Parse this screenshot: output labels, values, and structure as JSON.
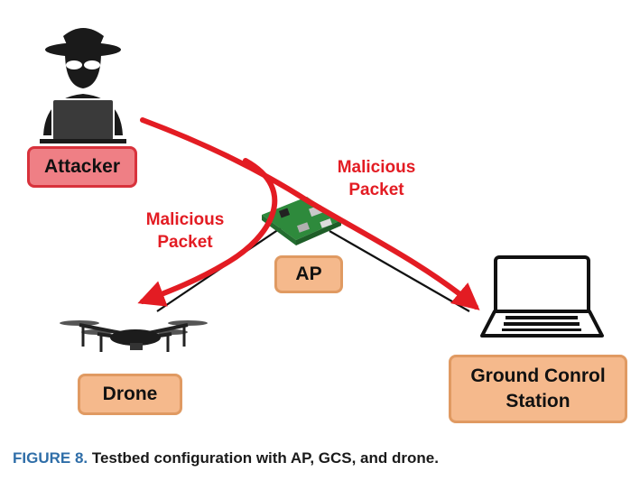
{
  "nodes": {
    "attacker": "Attacker",
    "ap": "AP",
    "drone": "Drone",
    "gcs_line1": "Ground Conrol",
    "gcs_line2": "Station"
  },
  "annotations": {
    "packet_right_line1": "Malicious",
    "packet_right_line2": "Packet",
    "packet_left_line1": "Malicious",
    "packet_left_line2": "Packet"
  },
  "caption": {
    "prefix": "FIGURE 8.",
    "text": "Testbed configuration with AP, GCS, and drone."
  },
  "colors": {
    "attack_path": "#e31c23",
    "link": "#111111",
    "attacker_fill": "#ef7f85",
    "node_fill": "#f5b98c",
    "caption_prefix": "#2f6ea8"
  },
  "icons": {
    "attacker": "hacker-icon",
    "ap": "router-board-icon",
    "drone": "drone-icon",
    "gcs": "laptop-icon"
  }
}
